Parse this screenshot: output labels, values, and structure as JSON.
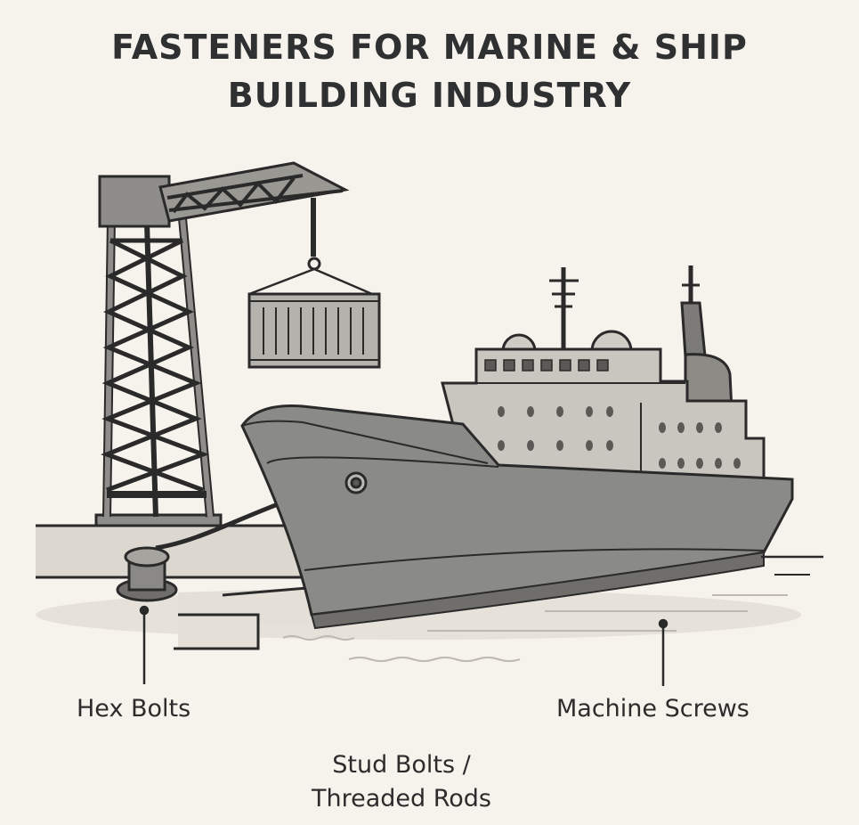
{
  "title": {
    "line1": "FASTENERS FOR MARINE & SHIP",
    "line2": "BUILDING INDUSTRY"
  },
  "callouts": {
    "hex_bolts": "Hex Bolts",
    "machine_screws": "Machine Screws",
    "stud_bolts_line1": "Stud Bolts /",
    "stud_bolts_line2": "Threaded Rods"
  },
  "colors": {
    "background": "#f6f2ec",
    "hull": "#8a8a87",
    "superstructure": "#c9c6bf",
    "outline": "#2a2a2a"
  }
}
